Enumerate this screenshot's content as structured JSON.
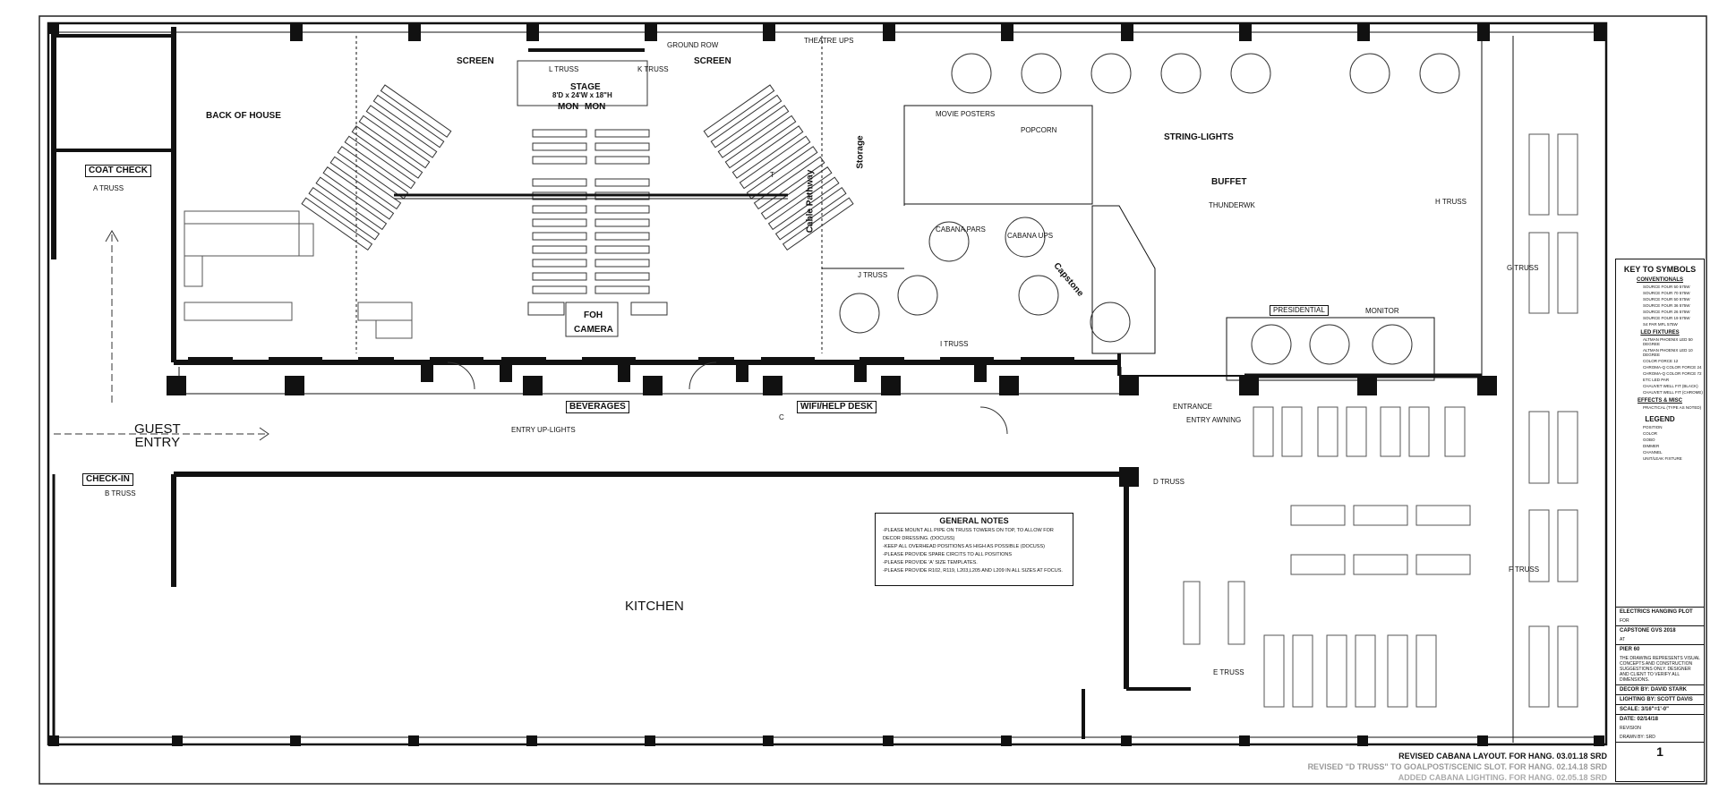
{
  "areas": {
    "back_of_house": "BACK OF HOUSE",
    "coat_check": "COAT CHECK",
    "guest_entry": "GUEST\nENTRY",
    "check_in": "CHECK-IN",
    "kitchen": "KITCHEN",
    "screen_left": "SCREEN",
    "screen_right": "SCREEN",
    "stage": "STAGE",
    "stage_dims": "8'D x 24'W x 18\"H",
    "mon_left": "MON",
    "mon_right": "MON",
    "foh": "FOH",
    "camera": "CAMERA",
    "beverages": "BEVERAGES",
    "wifi_help_desk": "WIFI/HELP DESK",
    "storage": "Storage",
    "cable_pathway": "Cable Pathway",
    "movie_posters": "MOVIE POSTERS",
    "popcorn": "POPCORN",
    "string_lights": "STRING-LIGHTS",
    "buffet": "BUFFET",
    "thunderwk": "THUNDERWK",
    "capstone": "Capstone",
    "presidential": "PRESIDENTIAL",
    "monitor": "MONITOR",
    "entrance": "ENTRANCE",
    "entry_awning": "ENTRY AWNING",
    "entry_up_lights": "ENTRY UP-LIGHTS",
    "cabana_pars": "CABANA PARS",
    "cabana_ups": "CABANA UPS",
    "ground_row": "GROUND ROW",
    "theatre_ups": "THEATRE UPS"
  },
  "trusses": {
    "a": "A TRUSS",
    "b": "B TRUSS",
    "d": "D TRUSS",
    "e": "E TRUSS",
    "f": "F TRUSS",
    "g": "G TRUSS",
    "h": "H TRUSS",
    "i": "I TRUSS",
    "j": "J TRUSS",
    "k": "K TRUSS",
    "l": "L TRUSS",
    "c": "C",
    "t": "T"
  },
  "general_notes": {
    "title": "GENERAL NOTES",
    "items": [
      "-PLEASE MOUNT ALL PIPE ON TRUSS TOWERS ON TOP, TO ALLOW FOR",
      "DECOR DRESSING. (DOCUSS)",
      "-KEEP ALL OVERHEAD POSITIONS AS HIGH AS POSSIBLE (DOCUSS)",
      "-PLEASE PROVIDE SPARE CIRCITS TO ALL POSITIONS",
      "-PLEASE PROVIDE 'A' SIZE TEMPLATES.",
      "-PLEASE PROVIDE R102, R119, L203,L205 AND L209 IN ALL SIZES AT FOCUS."
    ]
  },
  "legend": {
    "title": "KEY TO SYMBOLS",
    "conventionals": "CONVENTIONALS",
    "conv_items": [
      "SOURCE FOUR 50 575W",
      "SOURCE FOUR 70 575W",
      "SOURCE FOUR 50 575W",
      "SOURCE FOUR 36 575W",
      "SOURCE FOUR 26 575W",
      "SOURCE FOUR 19 575W",
      "S4 PAR MFL 575W"
    ],
    "led_fixtures": "LED FIXTURES",
    "led_items": [
      "ALTMAN PHOENIX LED 50 DEGREE",
      "ALTMAN PHOENIX LED 10 DEGREE",
      "COLOR FORCE 12",
      "CHROMA-Q COLOR FORCE 24",
      "CHROMA-Q COLOR FORCE 72",
      "ETC LED PAR",
      "CHAUVET WELL FIT (BLACK)",
      "CHAUVET WELL FIT (CHROME)"
    ],
    "effects_misc": "EFFECTS & MISC",
    "effects_items": [
      "PRACTICAL (TYPE AS NOTED)"
    ],
    "legend_title": "LEGEND",
    "legend_items": [
      "POSITION",
      "COLOR",
      "GOBO",
      "DIMMER",
      "CHANNEL",
      "UNIT/LEAK FIXTURE"
    ]
  },
  "title_block": {
    "plot_name": "ELECTRICS HANGING PLOT",
    "for": "FOR",
    "event": "CAPSTONE GVS 2018",
    "at": "AT",
    "venue": "PIER 60",
    "disclaimer": "THE DRAWING REPRESENTS VISUAL CONCEPTS AND CONSTRUCTION SUGGESTIONS ONLY. DESIGNER AND CLIENT TO VERIFY ALL DIMENSIONS.",
    "decor": "DECOR BY: DAVID STARK",
    "lighting": "LIGHTING BY: SCOTT DAVIS",
    "scale": "SCALE: 3/16\"=1'-0\"",
    "date": "DATE: 02/14/18",
    "revision": "REVISION",
    "drawn_by": "DRAWN BY: SRD",
    "sheet": "1"
  },
  "revisions": [
    "REVISED CABANA LAYOUT.  FOR HANG. 03.01.18 SRD",
    "REVISED \"D TRUSS\" TO GOALPOST/SCENIC SLOT. FOR HANG. 02.14.18 SRD",
    "ADDED CABANA LIGHTING. FOR HANG. 02.05.18 SRD"
  ]
}
